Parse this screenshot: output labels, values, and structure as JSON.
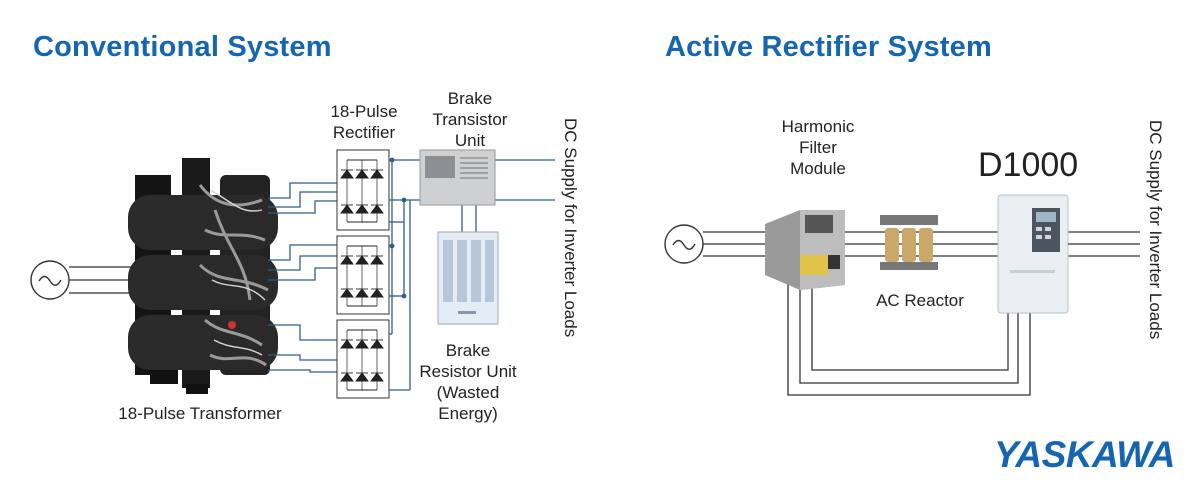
{
  "left": {
    "title": "Conventional System",
    "rectifier_label": "18-Pulse\nRectifier",
    "brake_transistor_label": "Brake\nTransistor\nUnit",
    "brake_resistor_label": "Brake\nResistor Unit\n(Wasted\nEnergy)",
    "transformer_label": "18-Pulse Transformer",
    "dc_supply_label": "DC Supply for Inverter Loads",
    "source_symbol": "~"
  },
  "right": {
    "title": "Active Rectifier System",
    "filter_label": "Harmonic\nFilter\nModule",
    "drive_label": "D1000",
    "reactor_label": "AC Reactor",
    "dc_supply_label": "DC Supply for Inverter Loads",
    "source_symbol": "~"
  },
  "brand": {
    "logo_text": "YASKAWA",
    "color": "#1565b0"
  },
  "colors": {
    "heading": "#1565b0",
    "wire": "#2f5f85"
  }
}
